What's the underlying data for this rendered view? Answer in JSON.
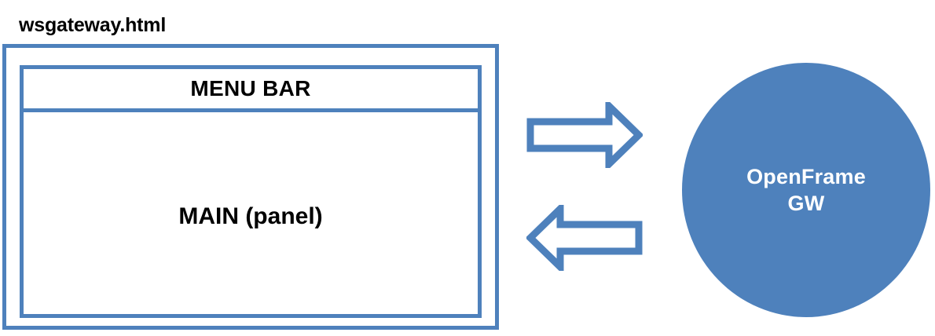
{
  "diagram": {
    "title": "wsgateway.html",
    "browser_window": {
      "label": "wsgateway.html",
      "menu_bar": {
        "label": "MENU BAR"
      },
      "main_panel": {
        "label": "MAIN (panel)"
      }
    },
    "connectors": [
      {
        "name": "request-arrow",
        "direction": "right",
        "label": ""
      },
      {
        "name": "response-arrow",
        "direction": "left",
        "label": ""
      }
    ],
    "gateway": {
      "label": "OpenFrame\nGW",
      "shape": "circle"
    },
    "colors": {
      "accent_blue": "#4E81BC",
      "background": "#FFFFFF",
      "text": "#000000",
      "inverse_text": "#FFFFFF"
    }
  }
}
